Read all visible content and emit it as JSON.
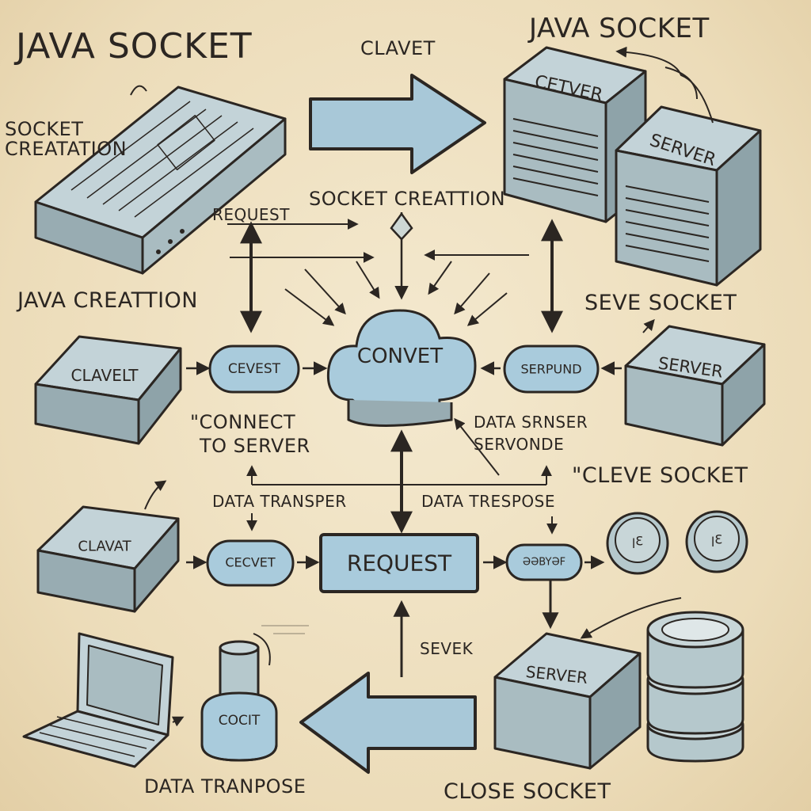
{
  "labels": {
    "title_main": "JAVA SOCKET",
    "title_right": "JAVA SOCKET",
    "clavet_top": "CLAVET",
    "socket_creation_left_1": "SOCKET",
    "socket_creation_left_2": "CREATATION",
    "socket_creation_center": "SOCKET CREATTION",
    "request_top": "REQUEST",
    "java_creation": "JAVA CREATTION",
    "seve_socket": "SEVE SOCKET",
    "connect_1": "\"CONNECT",
    "connect_2": "TO SERVER",
    "data_sr_1": "DATA SRNSER",
    "data_sr_2": "SERVONDE",
    "cleve_socket": "\"CLEVE SOCKET",
    "data_transper": "DATA TRANSPER",
    "data_trespose": "DATA TRESPOSE",
    "sevek": "SEVEK",
    "data_tranpose": "DATA TRANPOSE",
    "close_socket": "CLOSE SOCKET"
  },
  "shapes": {
    "server_back": "CETVER",
    "server_front": "SERVER",
    "clavelt": "CLAVELT",
    "cevest": "CEVEST",
    "convet": "CONVET",
    "serpund": "SERPUND",
    "server_mid": "SERVER",
    "clavat": "CLAVAT",
    "cecvet": "CECVET",
    "request": "REQUEST",
    "small_pill": "ƏƏBYƏF",
    "disc1": "ꞁƐ",
    "disc2": "ꞁƐ",
    "server_bottom": "SERVER",
    "cocit": "COCIT"
  },
  "colors": {
    "ink": "#2b2622",
    "box_top": "#c3d3d8",
    "box_side": "#98acb2",
    "pill": "#a9cbdc",
    "arrow_fill": "#a8c8d8"
  }
}
